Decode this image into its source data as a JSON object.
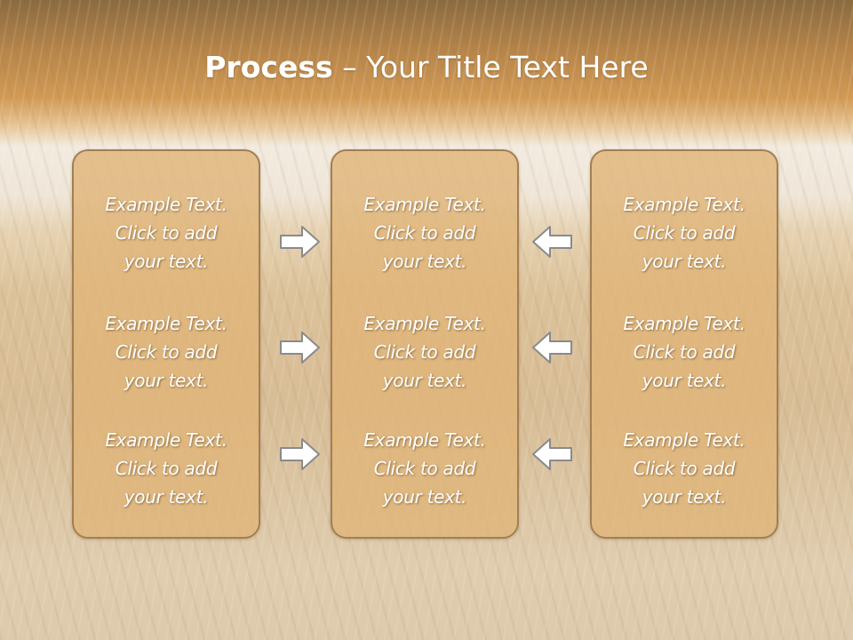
{
  "slide": {
    "title_bold": "Process",
    "title_rest": " – Your Title Text Here"
  },
  "columns": [
    {
      "items": [
        {
          "line1": "Example Text.",
          "line2": "Click  to add",
          "line3": "your text."
        },
        {
          "line1": "Example Text.",
          "line2": "Click  to add",
          "line3": "your text."
        },
        {
          "line1": "Example Text.",
          "line2": "Click  to add",
          "line3": "your text."
        }
      ]
    },
    {
      "items": [
        {
          "line1": "Example Text.",
          "line2": "Click  to add",
          "line3": "your text."
        },
        {
          "line1": "Example Text.",
          "line2": "Click  to add",
          "line3": "your text."
        },
        {
          "line1": "Example Text.",
          "line2": "Click  to add",
          "line3": "your text."
        }
      ]
    },
    {
      "items": [
        {
          "line1": "Example Text.",
          "line2": "Click  to add",
          "line3": "your text."
        },
        {
          "line1": "Example Text.",
          "line2": "Click  to add",
          "line3": "your text."
        },
        {
          "line1": "Example Text.",
          "line2": "Click  to add",
          "line3": "your text."
        }
      ]
    }
  ],
  "arrows": {
    "left_group": "right-arrow-icon",
    "right_group": "left-arrow-icon"
  },
  "colors": {
    "box_fill": "#e0b478",
    "box_border": "#a37f53",
    "arrow_fill": "#ffffff",
    "arrow_stroke": "#8a8a8a"
  }
}
